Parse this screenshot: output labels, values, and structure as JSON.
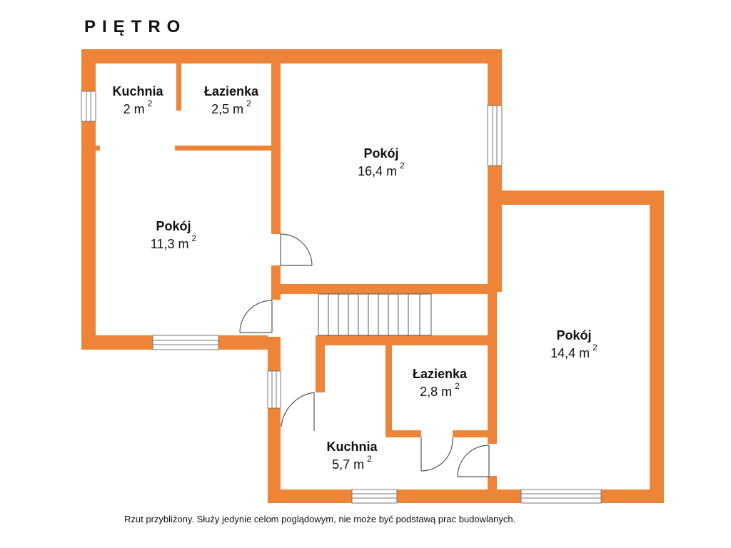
{
  "title": "PIĘTRO",
  "rooms": [
    {
      "name": "Kuchnia",
      "area": "2 m",
      "sup": "2"
    },
    {
      "name": "Łazienka",
      "area": "2,5 m",
      "sup": "2"
    },
    {
      "name": "Pokój",
      "area": "16,4 m",
      "sup": "2"
    },
    {
      "name": "Pokój",
      "area": "11,3 m",
      "sup": "2"
    },
    {
      "name": "Pokój",
      "area": "14,4 m",
      "sup": "2"
    },
    {
      "name": "Łazienka",
      "area": "2,8 m",
      "sup": "2"
    },
    {
      "name": "Kuchnia",
      "area": "5,7 m",
      "sup": "2"
    }
  ],
  "footer": "Rzut przybliżony. Służy jedynie celom poglądowym, nie może być podstawą prac budowlanych.",
  "colors": {
    "wall": "#EE8437",
    "line": "#777777"
  }
}
